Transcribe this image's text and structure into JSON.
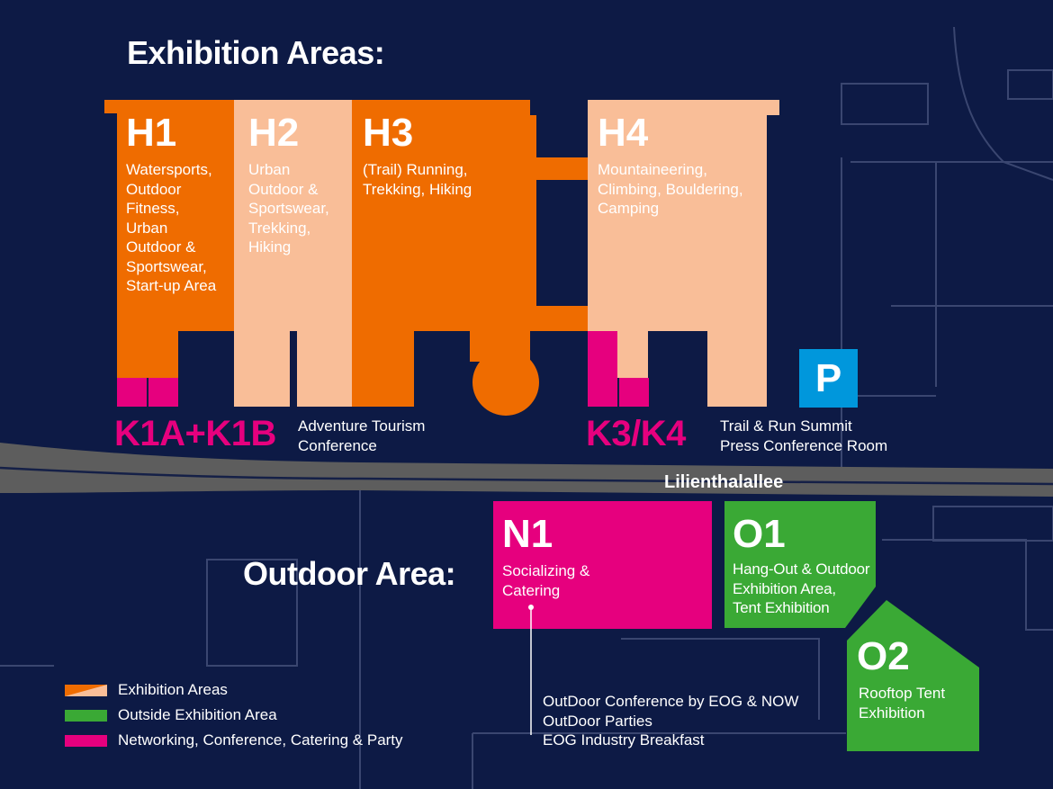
{
  "headings": {
    "exhibition": "Exhibition Areas:",
    "outdoor": "Outdoor Area:"
  },
  "halls": [
    {
      "code": "H1",
      "desc": "Watersports,\nOutdoor\nFitness,\nUrban\nOutdoor &\nSportswear,\nStart-up Area"
    },
    {
      "code": "H2",
      "desc": "Urban\nOutdoor &\nSportswear,\nTrekking,\nHiking"
    },
    {
      "code": "H3",
      "desc": "(Trail) Running,\nTrekking, Hiking"
    },
    {
      "code": "H4",
      "desc": "Mountaineering,\nClimbing, Bouldering,\nCamping"
    }
  ],
  "conference_rooms": [
    {
      "code": "K1A+K1B",
      "desc": "Adventure Tourism\nConference"
    },
    {
      "code": "K3/K4",
      "desc": "Trail & Run Summit\nPress Conference Room"
    }
  ],
  "street": "Lilienthalallee",
  "parking": "P",
  "outdoor_areas": [
    {
      "code": "N1",
      "desc": "Socializing &\nCatering"
    },
    {
      "code": "O1",
      "desc": "Hang-Out & Outdoor\nExhibition Area,\nTent Exhibition"
    },
    {
      "code": "O2",
      "desc": "Rooftop Tent\nExhibition"
    }
  ],
  "n1_events": "OutDoor Conference by EOG & NOW\nOutDoor Parties\nEOG Industry Breakfast",
  "legend": [
    {
      "label": "Exhibition Areas"
    },
    {
      "label": "Outside Exhibition Area"
    },
    {
      "label": "Networking, Conference, Catering & Party"
    }
  ],
  "colors": {
    "background": "#0d1a45",
    "hall_dark": "#ef6c00",
    "hall_light": "#f9be98",
    "networking": "#e6007e",
    "outside": "#3aa935",
    "parking": "#0097dc",
    "road": "#5d5d5d",
    "outline": "#3a4670"
  }
}
